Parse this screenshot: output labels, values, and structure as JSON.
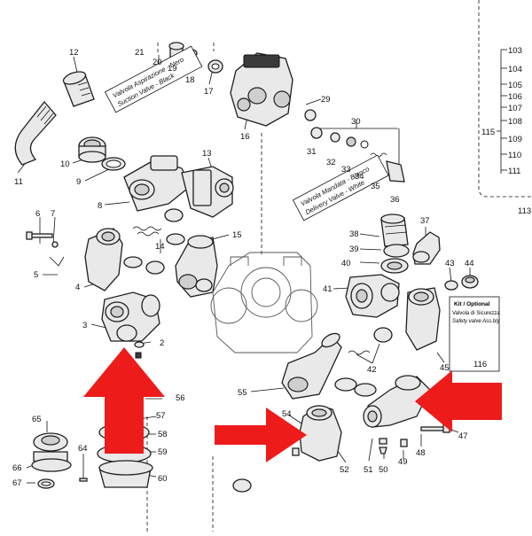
{
  "callouts": {
    "n2": "2",
    "n3": "3",
    "n4": "4",
    "n5": "5",
    "n6": "6",
    "n7": "7",
    "n8": "8",
    "n9": "9",
    "n10": "10",
    "n11": "11",
    "n12": "12",
    "n13": "13",
    "n14": "14",
    "n15": "15",
    "n16": "16",
    "n17": "17",
    "n18": "18",
    "n19": "19",
    "n20": "20",
    "n21": "21",
    "n29": "29",
    "n30": "30",
    "n31": "31",
    "n32": "32",
    "n33": "33",
    "n34": "34",
    "n35": "35",
    "n36": "36",
    "n37": "37",
    "n38": "38",
    "n39": "39",
    "n40": "40",
    "n41": "41",
    "n42": "42",
    "n43": "43",
    "n44": "44",
    "n45": "45",
    "n47": "47",
    "n48": "48",
    "n49": "49",
    "n50": "50",
    "n51": "51",
    "n52": "52",
    "n54": "54",
    "n55": "55",
    "n56": "56",
    "n57": "57",
    "n58": "58",
    "n59": "59",
    "n60": "60",
    "n64": "64",
    "n65": "65",
    "n66": "66",
    "n67": "67",
    "n103": "103",
    "n104": "104",
    "n105": "105",
    "n106": "106",
    "n107": "107",
    "n108": "108",
    "n109": "109",
    "n110": "110",
    "n111": "111",
    "n115": "115",
    "n116": "116",
    "n113": "113"
  },
  "labels": {
    "suction_it": "Valvola Aspirazione - Nero",
    "suction_en": "Suction Valve - Black",
    "delivery_it": "Valvola Mandata - Bianco",
    "delivery_en": "Delivery Valve - White",
    "kit_title": "Kit / Optional",
    "kit_it": "Valvola di Sicurezza",
    "kit_en": "Safety valve Ass.bly"
  },
  "colors": {
    "highlight_arrow": "#ee1b1b",
    "line": "#111111",
    "part_fill": "#e9e9e9"
  }
}
